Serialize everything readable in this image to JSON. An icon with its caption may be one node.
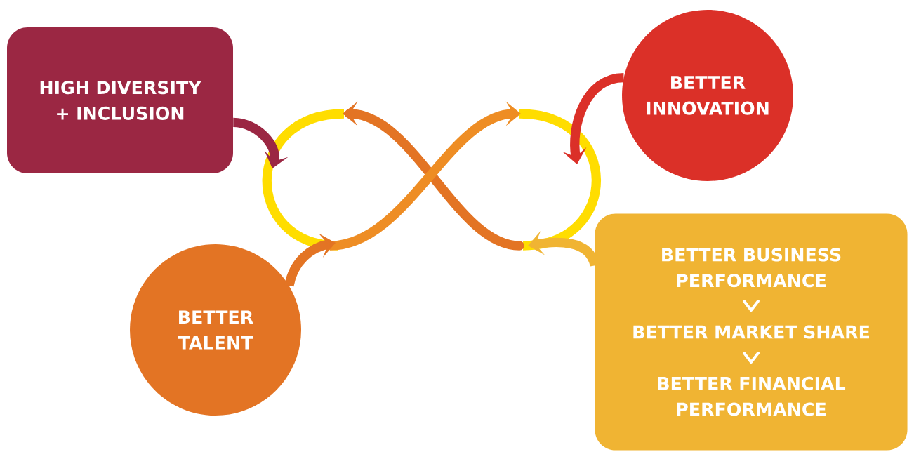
{
  "diagram": {
    "nodes": [
      {
        "text": [
          "HIGH DIVERSITY + INCLUSION"
        ]
      },
      {
        "text": [
          "BETTER INNOVATION"
        ]
      },
      {
        "text": [
          "BETTER TALENT"
        ]
      },
      {
        "text": [
          "BETTER BUSINESS PERFORMANCE",
          "BETTER MARKET SHARE",
          "BETTER FINANCIAL PERFORMANCE"
        ]
      }
    ],
    "edges": [
      {
        "from": 0,
        "to": null,
        "arrow": "to",
        "color": "#9b2743"
      },
      {
        "from": 1,
        "to": null,
        "arrow": "to",
        "color": "#db3028"
      },
      {
        "from": 2,
        "to": null,
        "arrow": "to",
        "color": "#e37424"
      },
      {
        "from": 3,
        "to": null,
        "arrow": "to",
        "color": "#f0b433"
      }
    ]
  }
}
